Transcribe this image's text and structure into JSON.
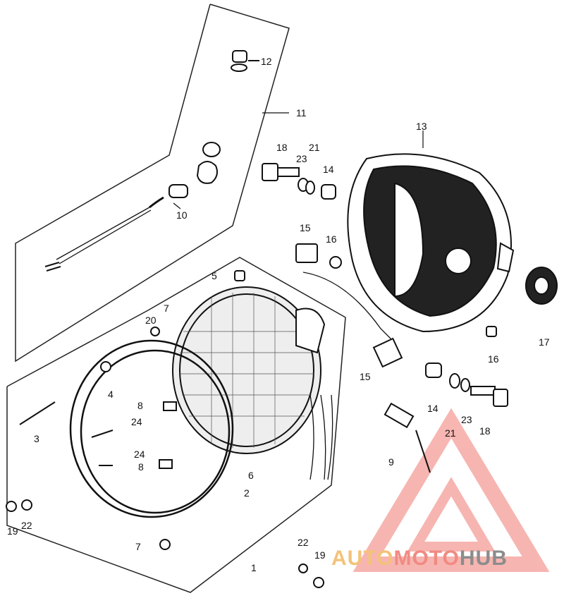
{
  "callouts": [
    {
      "id": "12",
      "text": "12"
    },
    {
      "id": "11",
      "text": "11"
    },
    {
      "id": "10",
      "text": "10"
    },
    {
      "id": "13",
      "text": "13"
    },
    {
      "id": "18a",
      "text": "18"
    },
    {
      "id": "23a",
      "text": "23"
    },
    {
      "id": "21a",
      "text": "21"
    },
    {
      "id": "14a",
      "text": "14"
    },
    {
      "id": "15a",
      "text": "15"
    },
    {
      "id": "16a",
      "text": "16"
    },
    {
      "id": "5",
      "text": "5"
    },
    {
      "id": "7a",
      "text": "7"
    },
    {
      "id": "20",
      "text": "20"
    },
    {
      "id": "17",
      "text": "17"
    },
    {
      "id": "16b",
      "text": "16"
    },
    {
      "id": "15b",
      "text": "15"
    },
    {
      "id": "4",
      "text": "4"
    },
    {
      "id": "8a",
      "text": "8"
    },
    {
      "id": "24a",
      "text": "24"
    },
    {
      "id": "3",
      "text": "3"
    },
    {
      "id": "14b",
      "text": "14"
    },
    {
      "id": "21b",
      "text": "21"
    },
    {
      "id": "23b",
      "text": "23"
    },
    {
      "id": "18b",
      "text": "18"
    },
    {
      "id": "9",
      "text": "9"
    },
    {
      "id": "24b",
      "text": "24"
    },
    {
      "id": "8b",
      "text": "8"
    },
    {
      "id": "6",
      "text": "6"
    },
    {
      "id": "2",
      "text": "2"
    },
    {
      "id": "19a",
      "text": "19"
    },
    {
      "id": "22a",
      "text": "22"
    },
    {
      "id": "7b",
      "text": "7"
    },
    {
      "id": "1",
      "text": "1"
    },
    {
      "id": "22b",
      "text": "22"
    },
    {
      "id": "19b",
      "text": "19"
    }
  ],
  "watermark": {
    "part1": "AUTO",
    "part2": "MOTO",
    "part3": "HUB",
    "color1": "#f4c27a",
    "color2": "#f28a82",
    "color3": "#8c8c8c"
  }
}
